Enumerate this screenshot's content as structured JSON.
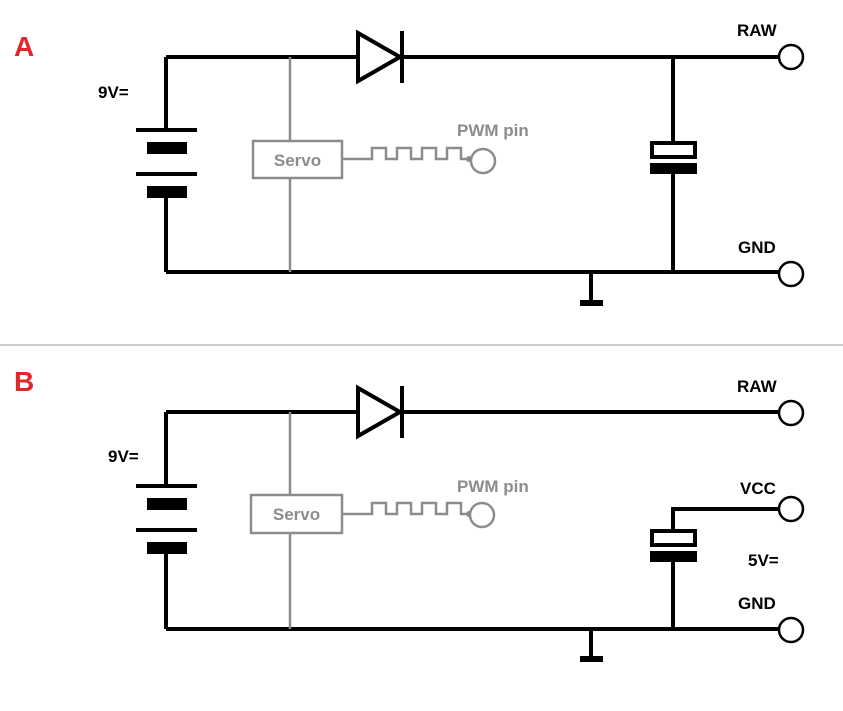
{
  "colors": {
    "wire": "#000000",
    "servo": "#8c8c8c",
    "section_label": "#e0252b",
    "divider": "#cccccc"
  },
  "circuit_a": {
    "section_label": "A",
    "battery_label": "9V=",
    "servo_label": "Servo",
    "pwm_label": "PWM pin",
    "raw_label": "RAW",
    "gnd_label": "GND"
  },
  "circuit_b": {
    "section_label": "B",
    "battery_label": "9V=",
    "servo_label": "Servo",
    "pwm_label": "PWM pin",
    "raw_label": "RAW",
    "vcc_label": "VCC",
    "vcc_voltage_label": "5V=",
    "gnd_label": "GND"
  }
}
